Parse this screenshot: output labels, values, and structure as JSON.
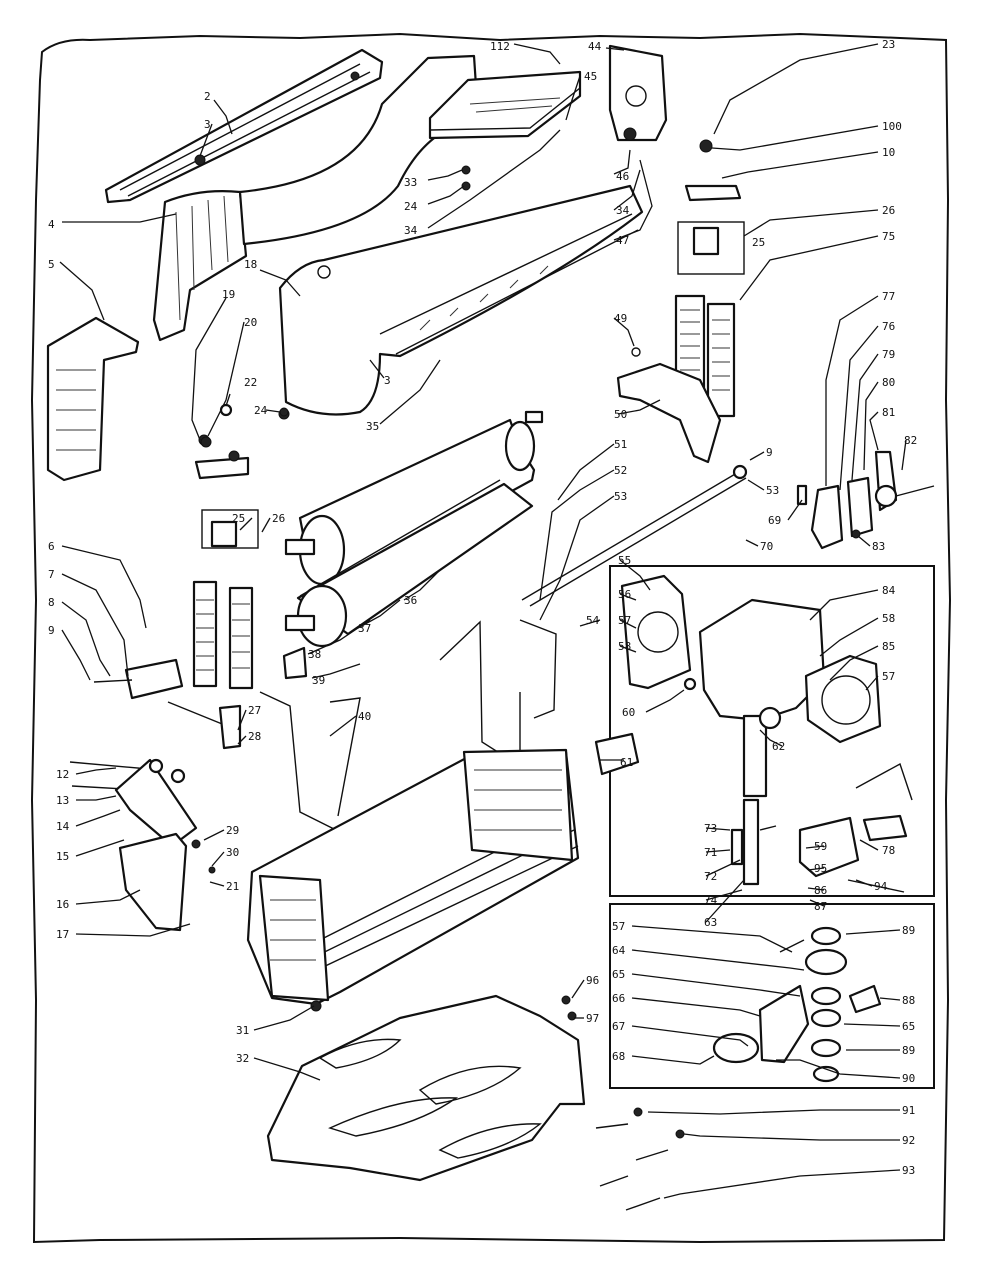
{
  "diagram": {
    "labels": [
      {
        "id": "l1",
        "text": "2"
      },
      {
        "id": "l2",
        "text": "3"
      },
      {
        "id": "l3",
        "text": "4"
      },
      {
        "id": "l4",
        "text": "5"
      },
      {
        "id": "l5",
        "text": "112"
      },
      {
        "id": "l6",
        "text": "44"
      },
      {
        "id": "l7",
        "text": "45"
      },
      {
        "id": "l8",
        "text": "23"
      },
      {
        "id": "l9",
        "text": "100"
      },
      {
        "id": "l10",
        "text": "10"
      },
      {
        "id": "l11",
        "text": "26"
      },
      {
        "id": "l12",
        "text": "25"
      },
      {
        "id": "l13",
        "text": "75"
      },
      {
        "id": "l14",
        "text": "33"
      },
      {
        "id": "l15",
        "text": "24"
      },
      {
        "id": "l16",
        "text": "34"
      },
      {
        "id": "l17",
        "text": "46"
      },
      {
        "id": "l18",
        "text": "34"
      },
      {
        "id": "l19",
        "text": "47"
      },
      {
        "id": "l20",
        "text": "18"
      },
      {
        "id": "l21",
        "text": "19"
      },
      {
        "id": "l22",
        "text": "20"
      },
      {
        "id": "l23",
        "text": "22"
      },
      {
        "id": "l24",
        "text": "24"
      },
      {
        "id": "l25",
        "text": "3"
      },
      {
        "id": "l26",
        "text": "35"
      },
      {
        "id": "l27",
        "text": "49"
      },
      {
        "id": "l28",
        "text": "50"
      },
      {
        "id": "l29",
        "text": "77"
      },
      {
        "id": "l30",
        "text": "76"
      },
      {
        "id": "l31",
        "text": "79"
      },
      {
        "id": "l32",
        "text": "80"
      },
      {
        "id": "l33",
        "text": "81"
      },
      {
        "id": "l34",
        "text": "82"
      },
      {
        "id": "l35",
        "text": "51"
      },
      {
        "id": "l36",
        "text": "9"
      },
      {
        "id": "l37",
        "text": "52"
      },
      {
        "id": "l38",
        "text": "53"
      },
      {
        "id": "l39",
        "text": "53"
      },
      {
        "id": "l40",
        "text": "69"
      },
      {
        "id": "l41",
        "text": "83"
      },
      {
        "id": "l42",
        "text": "70"
      },
      {
        "id": "l43",
        "text": "25"
      },
      {
        "id": "l44",
        "text": "26"
      },
      {
        "id": "l45",
        "text": "6"
      },
      {
        "id": "l46",
        "text": "7"
      },
      {
        "id": "l47",
        "text": "8"
      },
      {
        "id": "l48",
        "text": "9"
      },
      {
        "id": "l49",
        "text": "36"
      },
      {
        "id": "l50",
        "text": "37"
      },
      {
        "id": "l51",
        "text": "38"
      },
      {
        "id": "l52",
        "text": "39"
      },
      {
        "id": "l53",
        "text": "27"
      },
      {
        "id": "l54",
        "text": "28"
      },
      {
        "id": "l55",
        "text": "40"
      },
      {
        "id": "l56",
        "text": "55"
      },
      {
        "id": "l57",
        "text": "56"
      },
      {
        "id": "l58",
        "text": "57"
      },
      {
        "id": "l59",
        "text": "58"
      },
      {
        "id": "l60",
        "text": "54"
      },
      {
        "id": "l61",
        "text": "84"
      },
      {
        "id": "l62",
        "text": "58"
      },
      {
        "id": "l63",
        "text": "85"
      },
      {
        "id": "l64",
        "text": "57"
      },
      {
        "id": "l65",
        "text": "60"
      },
      {
        "id": "l66",
        "text": "61"
      },
      {
        "id": "l67",
        "text": "62"
      },
      {
        "id": "l68",
        "text": "78"
      },
      {
        "id": "l69",
        "text": "73"
      },
      {
        "id": "l70",
        "text": "71"
      },
      {
        "id": "l71",
        "text": "72"
      },
      {
        "id": "l72",
        "text": "74"
      },
      {
        "id": "l73",
        "text": "63"
      },
      {
        "id": "l74",
        "text": "59"
      },
      {
        "id": "l75",
        "text": "95"
      },
      {
        "id": "l76",
        "text": "86"
      },
      {
        "id": "l77",
        "text": "87"
      },
      {
        "id": "l78",
        "text": "94"
      },
      {
        "id": "l79",
        "text": "12"
      },
      {
        "id": "l80",
        "text": "13"
      },
      {
        "id": "l81",
        "text": "14"
      },
      {
        "id": "l82",
        "text": "15"
      },
      {
        "id": "l83",
        "text": "29"
      },
      {
        "id": "l84",
        "text": "30"
      },
      {
        "id": "l85",
        "text": "21"
      },
      {
        "id": "l86",
        "text": "16"
      },
      {
        "id": "l87",
        "text": "17"
      },
      {
        "id": "l88",
        "text": "57"
      },
      {
        "id": "l89",
        "text": "64"
      },
      {
        "id": "l90",
        "text": "65"
      },
      {
        "id": "l91",
        "text": "66"
      },
      {
        "id": "l92",
        "text": "67"
      },
      {
        "id": "l93",
        "text": "68"
      },
      {
        "id": "l94",
        "text": "89"
      },
      {
        "id": "l95",
        "text": "88"
      },
      {
        "id": "l96",
        "text": "65"
      },
      {
        "id": "l97",
        "text": "89"
      },
      {
        "id": "l98",
        "text": "90"
      },
      {
        "id": "l99",
        "text": "31"
      },
      {
        "id": "l100",
        "text": "96"
      },
      {
        "id": "l101",
        "text": "97"
      },
      {
        "id": "l102",
        "text": "32"
      },
      {
        "id": "l103",
        "text": "91"
      },
      {
        "id": "l104",
        "text": "92"
      },
      {
        "id": "l105",
        "text": "93"
      }
    ]
  }
}
